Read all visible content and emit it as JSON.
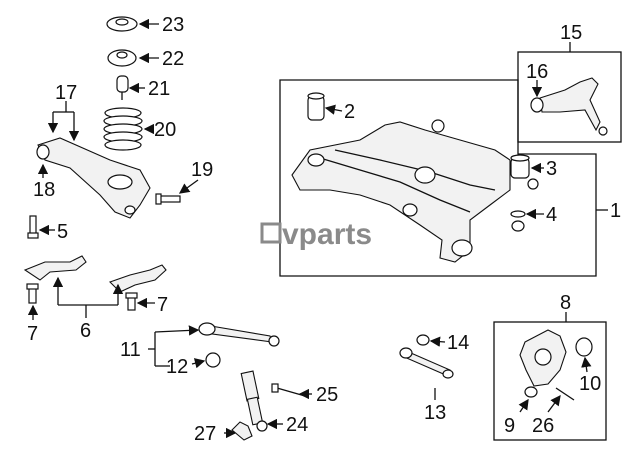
{
  "watermark": "vparts",
  "callouts": {
    "c1": "1",
    "c2": "2",
    "c3": "3",
    "c4": "4",
    "c5": "5",
    "c6": "6",
    "c7a": "7",
    "c7b": "7",
    "c8": "8",
    "c9": "9",
    "c10": "10",
    "c11": "11",
    "c12": "12",
    "c13": "13",
    "c14": "14",
    "c15": "15",
    "c16": "16",
    "c17": "17",
    "c18": "18",
    "c19": "19",
    "c20": "20",
    "c21": "21",
    "c22": "22",
    "c23": "23",
    "c24": "24",
    "c25": "25",
    "c26": "26",
    "c27": "27"
  }
}
